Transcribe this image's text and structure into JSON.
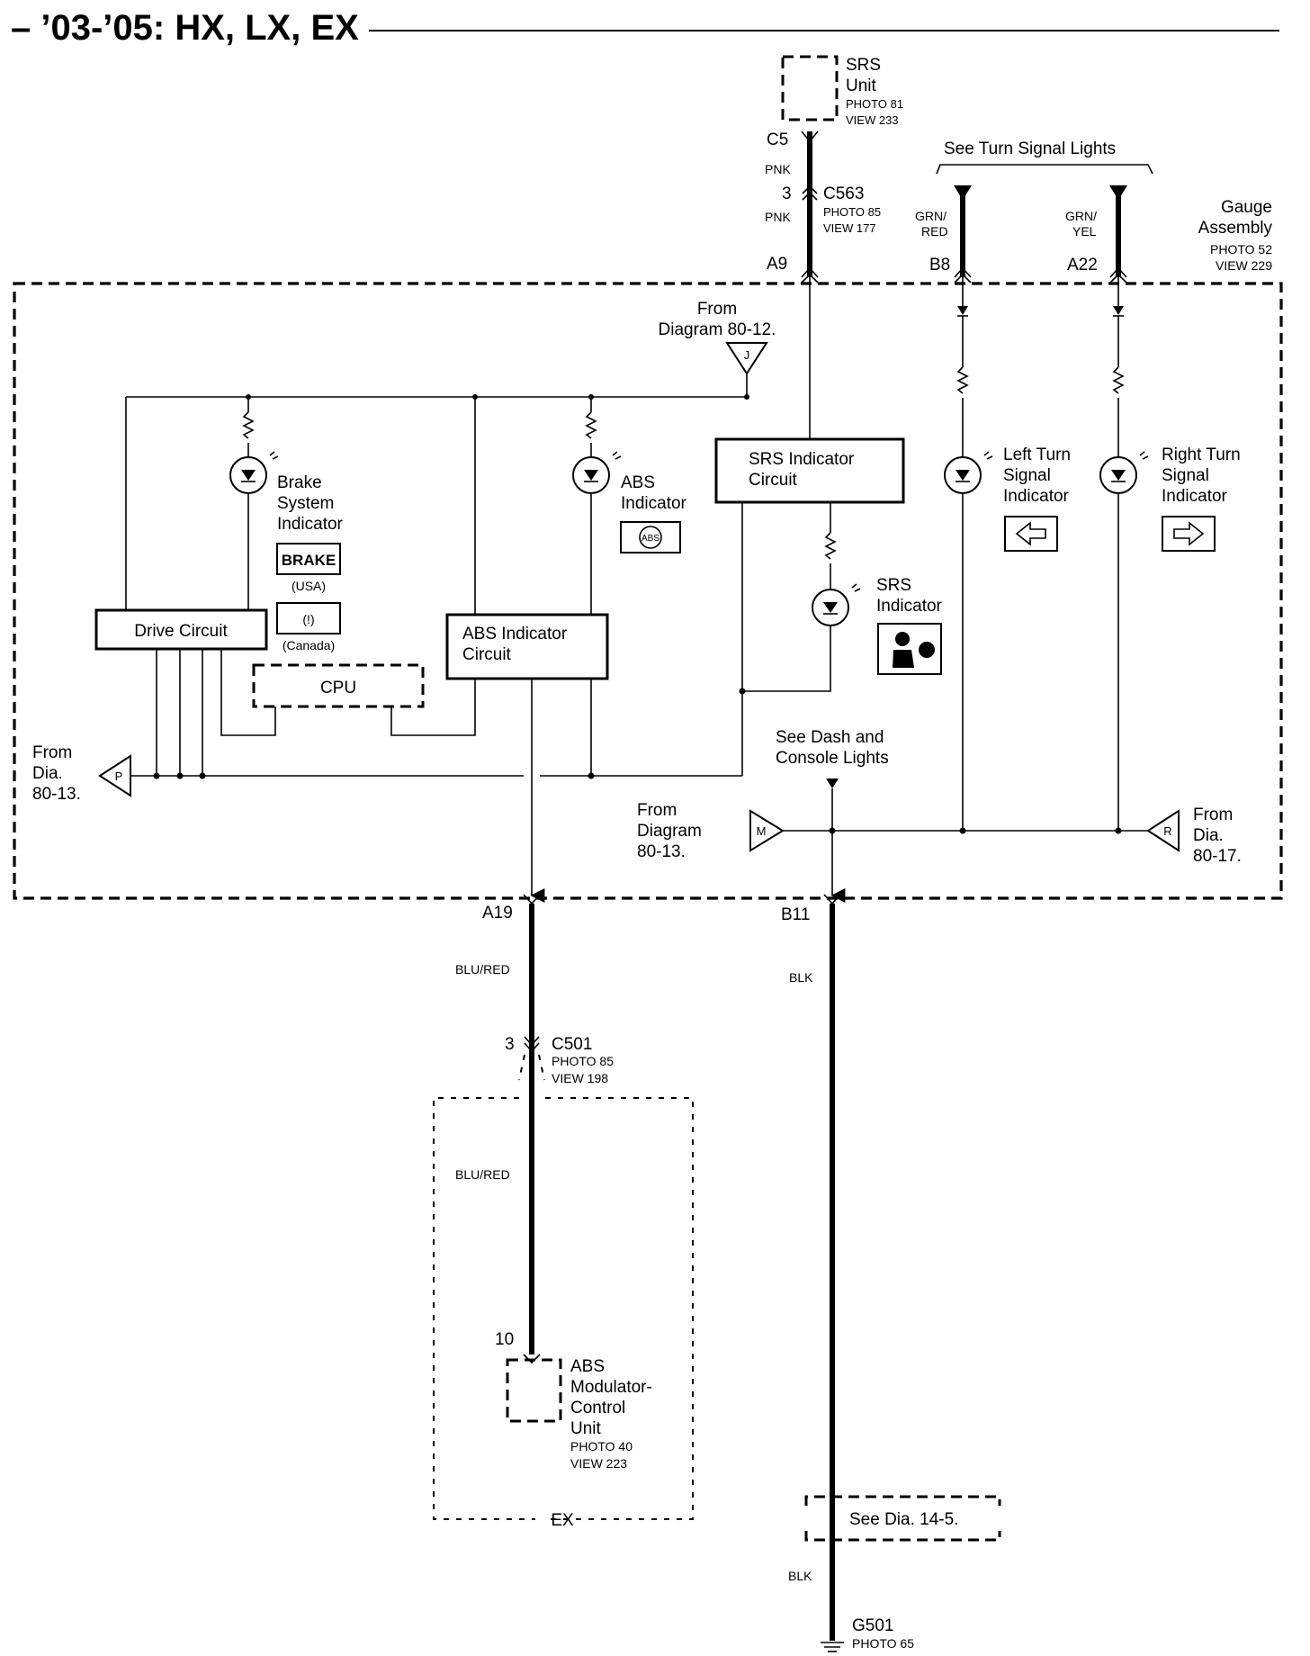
{
  "title": "– ’03-’05: HX, LX, EX",
  "srs_unit": {
    "name_line1": "SRS",
    "name_line2": "Unit",
    "photo": "PHOTO 81",
    "view": "VIEW 233",
    "terminal": "C5"
  },
  "srs_wire": {
    "color_top": "PNK",
    "color_bottom": "PNK",
    "pin": "3",
    "connector": "C563",
    "photo": "PHOTO 85",
    "view": "VIEW 177",
    "terminal": "A9"
  },
  "turn_signal_note": "See Turn Signal Lights",
  "left_wire": {
    "color_line1": "GRN/",
    "color_line2": "RED",
    "terminal": "B8"
  },
  "right_wire": {
    "color_line1": "GRN/",
    "color_line2": "YEL",
    "terminal": "A22"
  },
  "gauge_assembly": {
    "line1": "Gauge",
    "line2": "Assembly",
    "photo": "PHOTO 52",
    "view": "VIEW 229"
  },
  "from_diagram_j": {
    "line1": "From",
    "line2": "Diagram 80-12.",
    "letter": "J"
  },
  "brake_indicator": {
    "line1": "Brake",
    "line2": "System",
    "line3": "Indicator",
    "icon_text": "BRAKE",
    "usa": "(USA)",
    "canada": "(Canada)",
    "icon2_text": "(!)"
  },
  "abs_indicator": {
    "line1": "ABS",
    "line2": "Indicator",
    "icon_text": "ABS"
  },
  "srs_indicator_circuit": {
    "line1": "SRS Indicator",
    "line2": "Circuit"
  },
  "srs_indicator": {
    "line1": "SRS",
    "line2": "Indicator"
  },
  "left_turn_indicator": {
    "line1": "Left Turn",
    "line2": "Signal",
    "line3": "Indicator"
  },
  "right_turn_indicator": {
    "line1": "Right Turn",
    "line2": "Signal",
    "line3": "Indicator"
  },
  "drive_circuit": "Drive Circuit",
  "abs_indicator_circuit": {
    "line1": "ABS Indicator",
    "line2": "Circuit"
  },
  "cpu": "CPU",
  "from_dia_p": {
    "line1": "From",
    "line2": "Dia.",
    "line3": "80-13.",
    "letter": "P"
  },
  "dash_lights_note": {
    "line1": "See Dash and",
    "line2": "Console Lights"
  },
  "from_diagram_m": {
    "line1": "From",
    "line2": "Diagram",
    "line3": "80-13.",
    "letter": "M"
  },
  "from_dia_r": {
    "line1": "From",
    "line2": "Dia.",
    "line3": "80-17.",
    "letter": "R"
  },
  "abs_wire": {
    "terminal": "A19",
    "color_top": "BLU/RED",
    "pin": "3",
    "connector": "C501",
    "photo": "PHOTO 85",
    "view": "VIEW 198",
    "color_bottom": "BLU/RED",
    "pin_bottom": "10"
  },
  "gnd_wire": {
    "terminal": "B11",
    "color_top": "BLK",
    "color_bottom": "BLK",
    "note": "See Dia. 14-5."
  },
  "abs_modulator": {
    "line1": "ABS",
    "line2": "Modulator-",
    "line3": "Control",
    "line4": "Unit",
    "photo": "PHOTO 40",
    "view": "VIEW 223"
  },
  "ex_label": "EX",
  "ground": {
    "name": "G501",
    "photo": "PHOTO 65"
  }
}
